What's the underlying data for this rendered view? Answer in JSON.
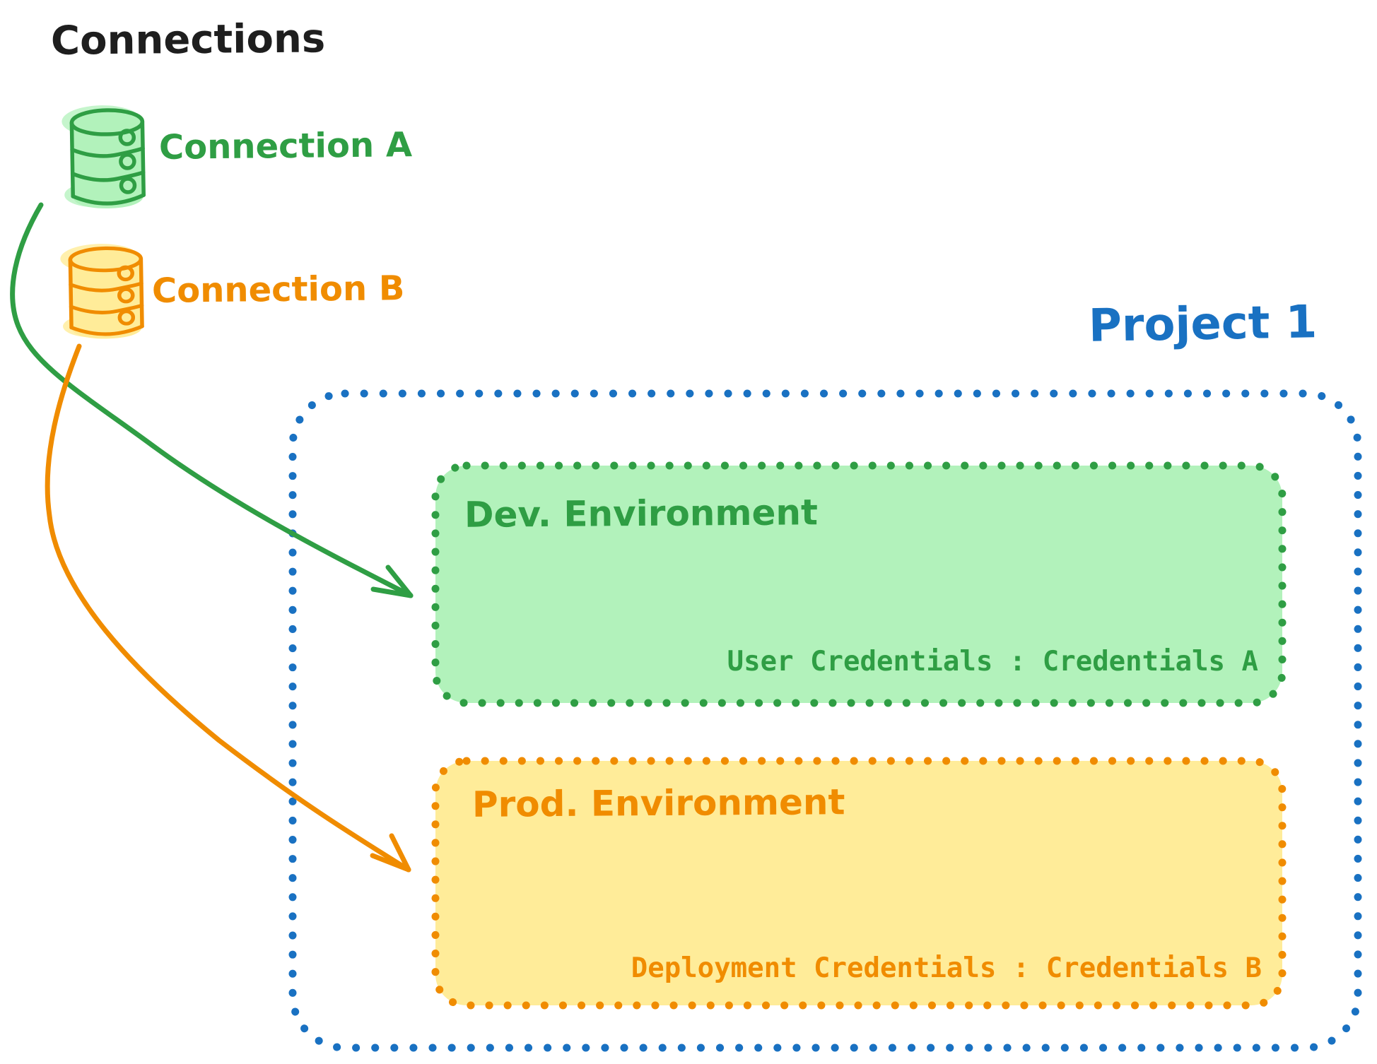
{
  "diagram": {
    "background": "#ffffff",
    "text_color": "#1e1e1e",
    "connections": {
      "title": "Connections",
      "items": [
        {
          "label": "Connection A",
          "icon": "database-icon",
          "stroke_color": "#2f9e44",
          "fill_color": "#b2f2bb"
        },
        {
          "label": "Connection B",
          "icon": "database-icon",
          "stroke_color": "#f08c00",
          "fill_color": "#ffec99"
        }
      ]
    },
    "project": {
      "title": "Project 1",
      "border_color": "#1971c2",
      "border_style": "dotted",
      "environments": [
        {
          "name": "Dev. Environment",
          "credentials": "User Credentials : Credentials A",
          "stroke_color": "#2f9e44",
          "fill_color": "#b2f2bb"
        },
        {
          "name": "Prod. Environment",
          "credentials": "Deployment Credentials : Credentials B",
          "stroke_color": "#f08c00",
          "fill_color": "#ffec99"
        }
      ]
    },
    "arrows": [
      {
        "from": "Connection A",
        "to": "Dev. Environment",
        "color": "#2f9e44",
        "style": "curved"
      },
      {
        "from": "Connection B",
        "to": "Prod. Environment",
        "color": "#f08c00",
        "style": "curved"
      }
    ]
  }
}
